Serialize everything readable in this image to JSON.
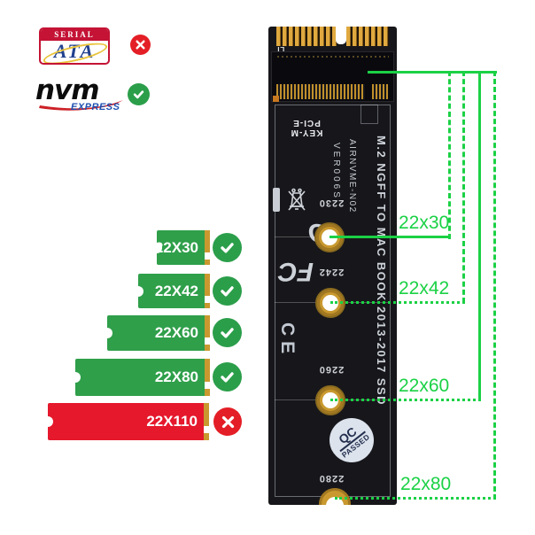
{
  "logos": {
    "sata": {
      "top_text": "SERIAL",
      "main_text": "ATA"
    },
    "nvme": {
      "main_text": "nvm",
      "sub_text": "EXPRESS"
    }
  },
  "bars": {
    "items": [
      {
        "label": "22X30",
        "status": "ok"
      },
      {
        "label": "22X42",
        "status": "ok"
      },
      {
        "label": "22X60",
        "status": "ok"
      },
      {
        "label": "22X80",
        "status": "ok"
      },
      {
        "label": "22X110",
        "status": "not-ok"
      }
    ]
  },
  "pcb": {
    "edge_label": "LT",
    "key_label": "KEY-M PCI-E",
    "title": "M.2 NGFF TO MAC BOOK 2013-2017 SSD",
    "model": "AIRNVME-N02",
    "version": "VER006S",
    "size_marks": [
      "2230",
      "2242",
      "2260",
      "2280"
    ],
    "qc_line1": "QC",
    "qc_line2": "PASSED"
  },
  "annotations": {
    "labels": [
      "22x30",
      "22x42",
      "22x60",
      "22x80"
    ]
  },
  "colors": {
    "green_line": "#1bd145",
    "bar_green": "#2f9f4a",
    "bar_red": "#e5182c",
    "check_green": "#2b9e4a",
    "cross_red": "#e41e26",
    "gold": "#c9992f"
  }
}
